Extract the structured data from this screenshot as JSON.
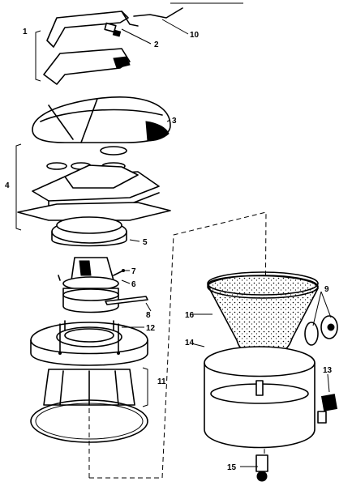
{
  "diagram": {
    "callouts": [
      {
        "id": "part-1",
        "label": "1"
      },
      {
        "id": "part-2",
        "label": "2"
      },
      {
        "id": "part-3",
        "label": "3"
      },
      {
        "id": "part-4",
        "label": "4"
      },
      {
        "id": "part-5",
        "label": "5"
      },
      {
        "id": "part-6",
        "label": "6"
      },
      {
        "id": "part-7",
        "label": "7"
      },
      {
        "id": "part-8",
        "label": "8"
      },
      {
        "id": "part-9",
        "label": "9"
      },
      {
        "id": "part-10",
        "label": "10"
      },
      {
        "id": "part-11",
        "label": "11"
      },
      {
        "id": "part-12",
        "label": "12"
      },
      {
        "id": "part-13",
        "label": "13"
      },
      {
        "id": "part-14",
        "label": "14"
      },
      {
        "id": "part-15",
        "label": "15"
      },
      {
        "id": "part-16",
        "label": "16"
      }
    ],
    "colors": {
      "ink": "#000000",
      "paper": "#ffffff"
    }
  }
}
